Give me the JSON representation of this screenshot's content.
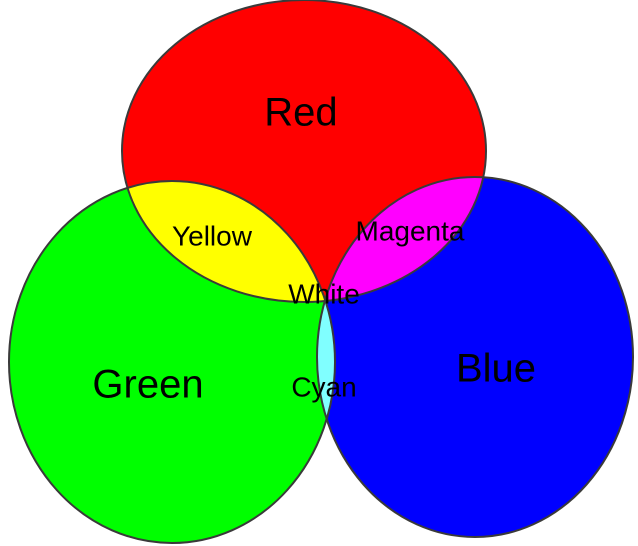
{
  "diagram": {
    "circles": {
      "red": {
        "label": "Red",
        "color": "#ff0000"
      },
      "green": {
        "label": "Green",
        "color": "#00ff00"
      },
      "blue": {
        "label": "Blue",
        "color": "#0000ff"
      }
    },
    "overlaps": {
      "yellow": {
        "label": "Yellow",
        "color": "#ffff00"
      },
      "magenta": {
        "label": "Magenta",
        "color": "#ff00ff"
      },
      "cyan": {
        "label": "Cyan",
        "color": "#80ffff"
      },
      "white": {
        "label": "White",
        "color": "#ffffff"
      }
    }
  }
}
